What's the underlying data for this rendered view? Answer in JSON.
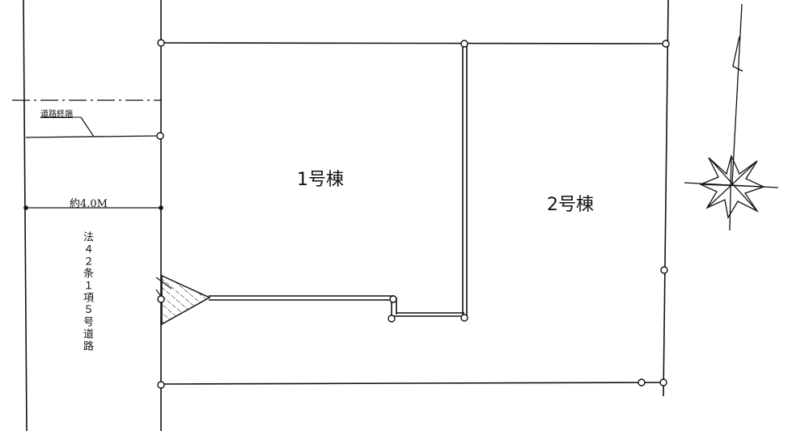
{
  "drawing": {
    "type": "site-plan",
    "buildings": [
      {
        "id": "building-1",
        "label": "1号棟"
      },
      {
        "id": "building-2",
        "label": "2号棟"
      }
    ],
    "road": {
      "end_label": "道路終端",
      "width_label": "約4.0M",
      "classification_label": "法４２条１項５号道路"
    },
    "north_arrow": {
      "icon": "compass-rose-icon"
    },
    "colors": {
      "line": "#111111",
      "background": "#ffffff"
    }
  }
}
